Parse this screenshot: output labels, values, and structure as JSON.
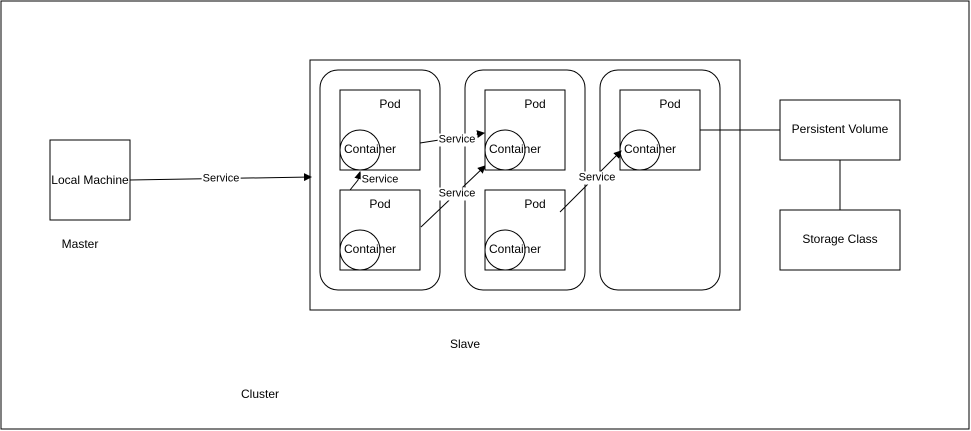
{
  "cluster": {
    "label": "Cluster"
  },
  "master": {
    "label": "Master",
    "local_machine": "Local Machine"
  },
  "slave": {
    "label": "Slave"
  },
  "pods": [
    {
      "title": "Pod",
      "container": "Container"
    },
    {
      "title": "Pod",
      "container": "Container"
    },
    {
      "title": "Pod",
      "container": "Container"
    },
    {
      "title": "Pod",
      "container": "Container"
    },
    {
      "title": "Pod",
      "container": "Container"
    }
  ],
  "storage": {
    "persistent_volume": "Persistent Volume",
    "storage_class": "Storage Class"
  },
  "edges": [
    {
      "label": "Service"
    },
    {
      "label": "Service"
    },
    {
      "label": "Service"
    },
    {
      "label": "Service"
    },
    {
      "label": "Service"
    }
  ]
}
